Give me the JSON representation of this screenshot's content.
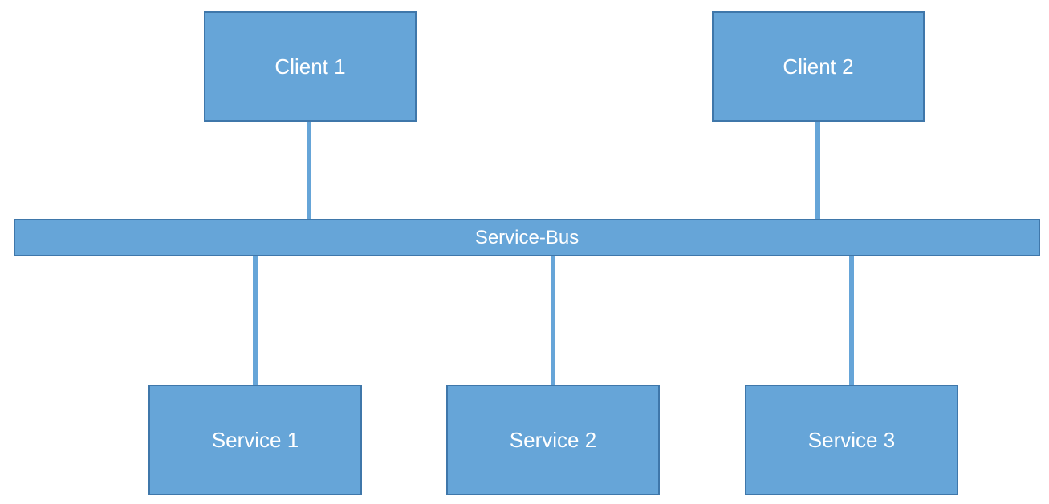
{
  "diagram": {
    "clients": [
      {
        "label": "Client 1"
      },
      {
        "label": "Client 2"
      }
    ],
    "bus": {
      "label": "Service-Bus"
    },
    "services": [
      {
        "label": "Service 1"
      },
      {
        "label": "Service 2"
      },
      {
        "label": "Service 3"
      }
    ],
    "colors": {
      "box_fill": "#66a5d8",
      "box_border": "#3f77aa",
      "text": "#ffffff",
      "background": "#ffffff"
    }
  }
}
